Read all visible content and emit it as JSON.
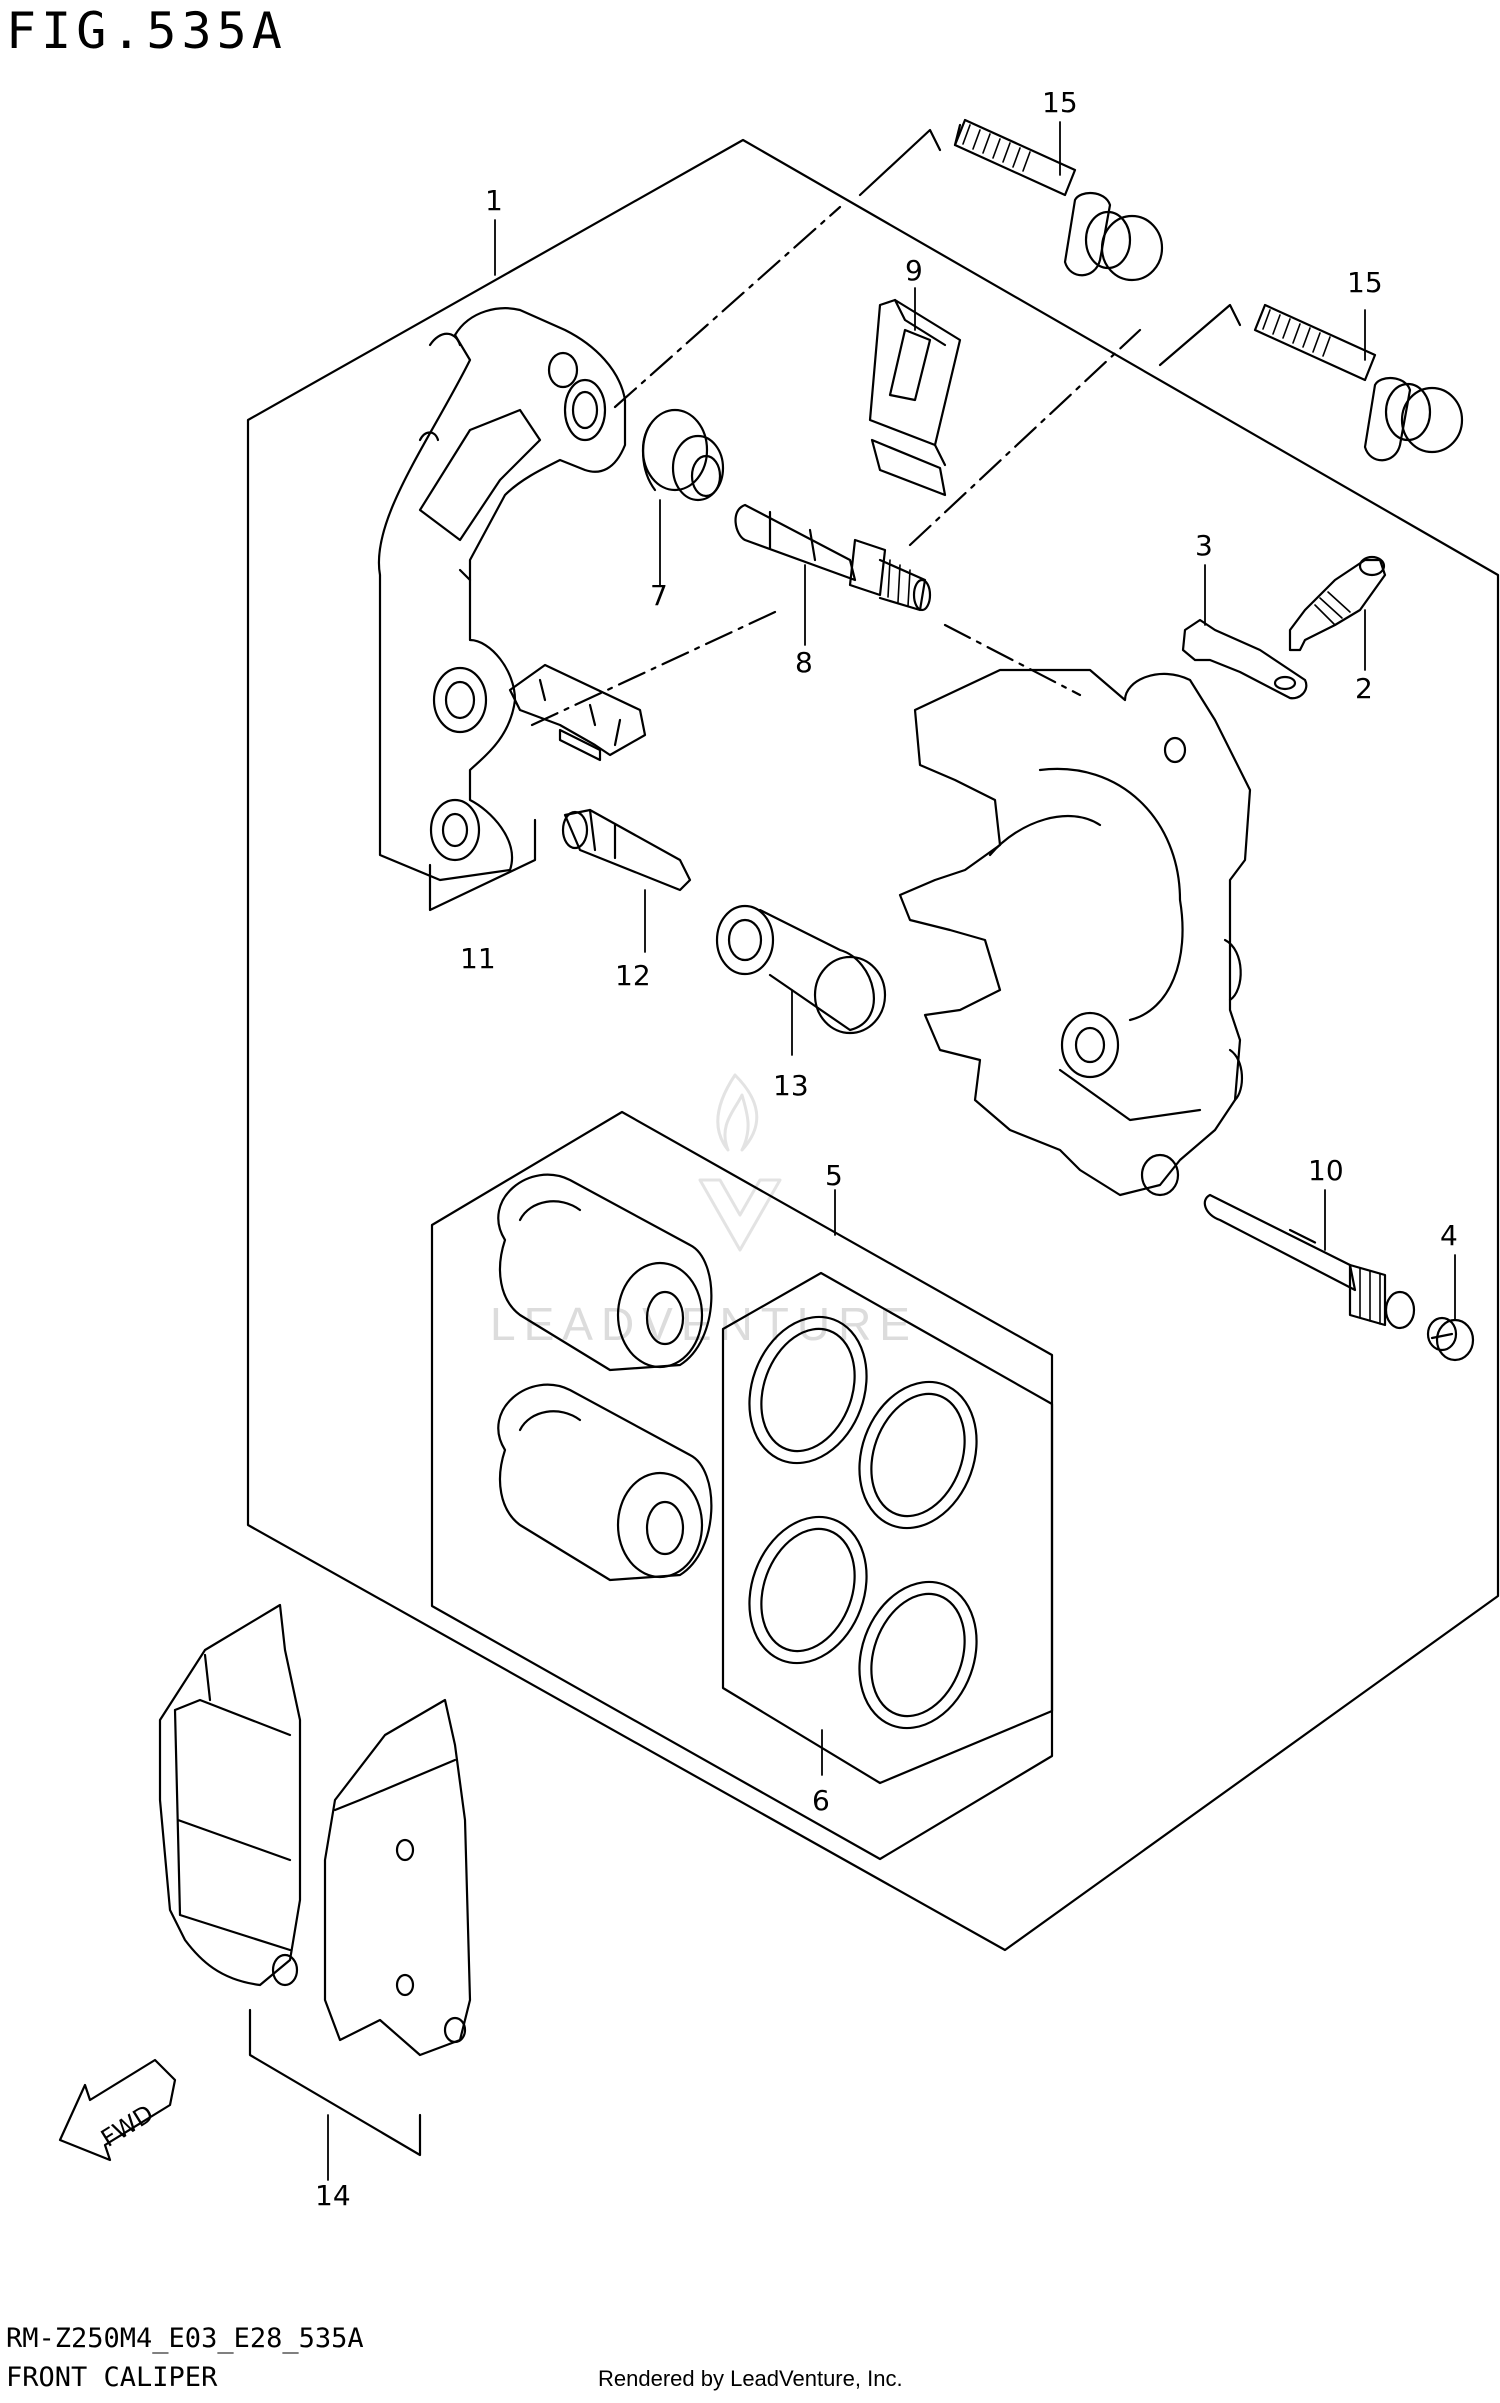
{
  "figure": {
    "title": "FIG.535A",
    "code": "RM-Z250M4_E03_E28_535A",
    "name": "FRONT CALIPER",
    "credit": "Rendered by LeadVenture, Inc.",
    "watermark": "LEADVENTURE",
    "fwd_label": "FWD"
  },
  "callouts": [
    "1",
    "2",
    "3",
    "4",
    "5",
    "6",
    "7",
    "8",
    "9",
    "10",
    "11",
    "12",
    "13",
    "14",
    "15",
    "15"
  ],
  "colors": {
    "line": "#000000",
    "background": "#ffffff",
    "watermark": "#dcdcdc"
  }
}
